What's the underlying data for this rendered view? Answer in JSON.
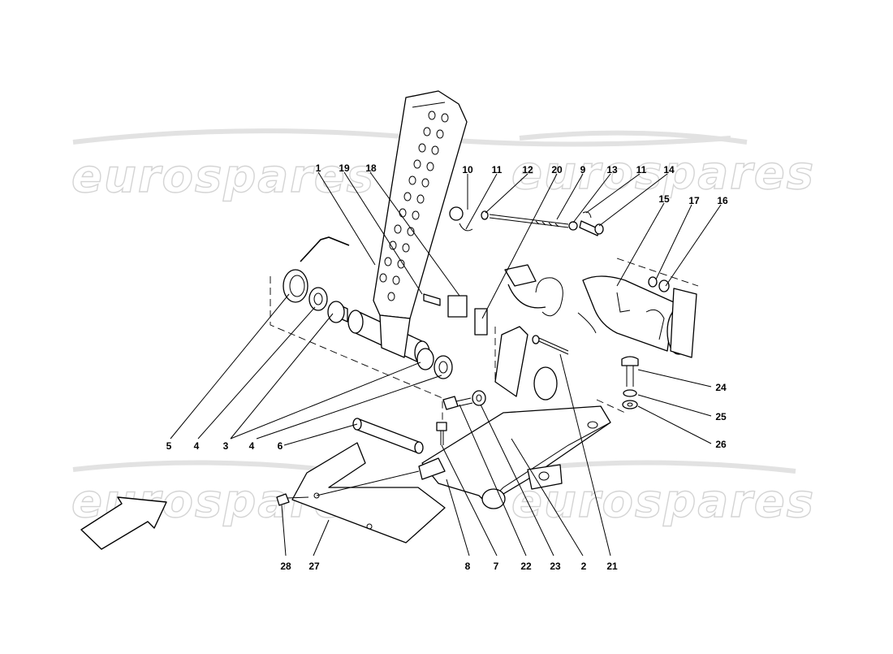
{
  "watermark": "eurospares",
  "callouts": [
    "1",
    "19",
    "18",
    "10",
    "11",
    "12",
    "20",
    "9",
    "13",
    "11",
    "14",
    "15",
    "17",
    "16",
    "24",
    "25",
    "26",
    "5",
    "4",
    "3",
    "4",
    "6",
    "28",
    "27",
    "8",
    "7",
    "22",
    "23",
    "2",
    "21"
  ]
}
